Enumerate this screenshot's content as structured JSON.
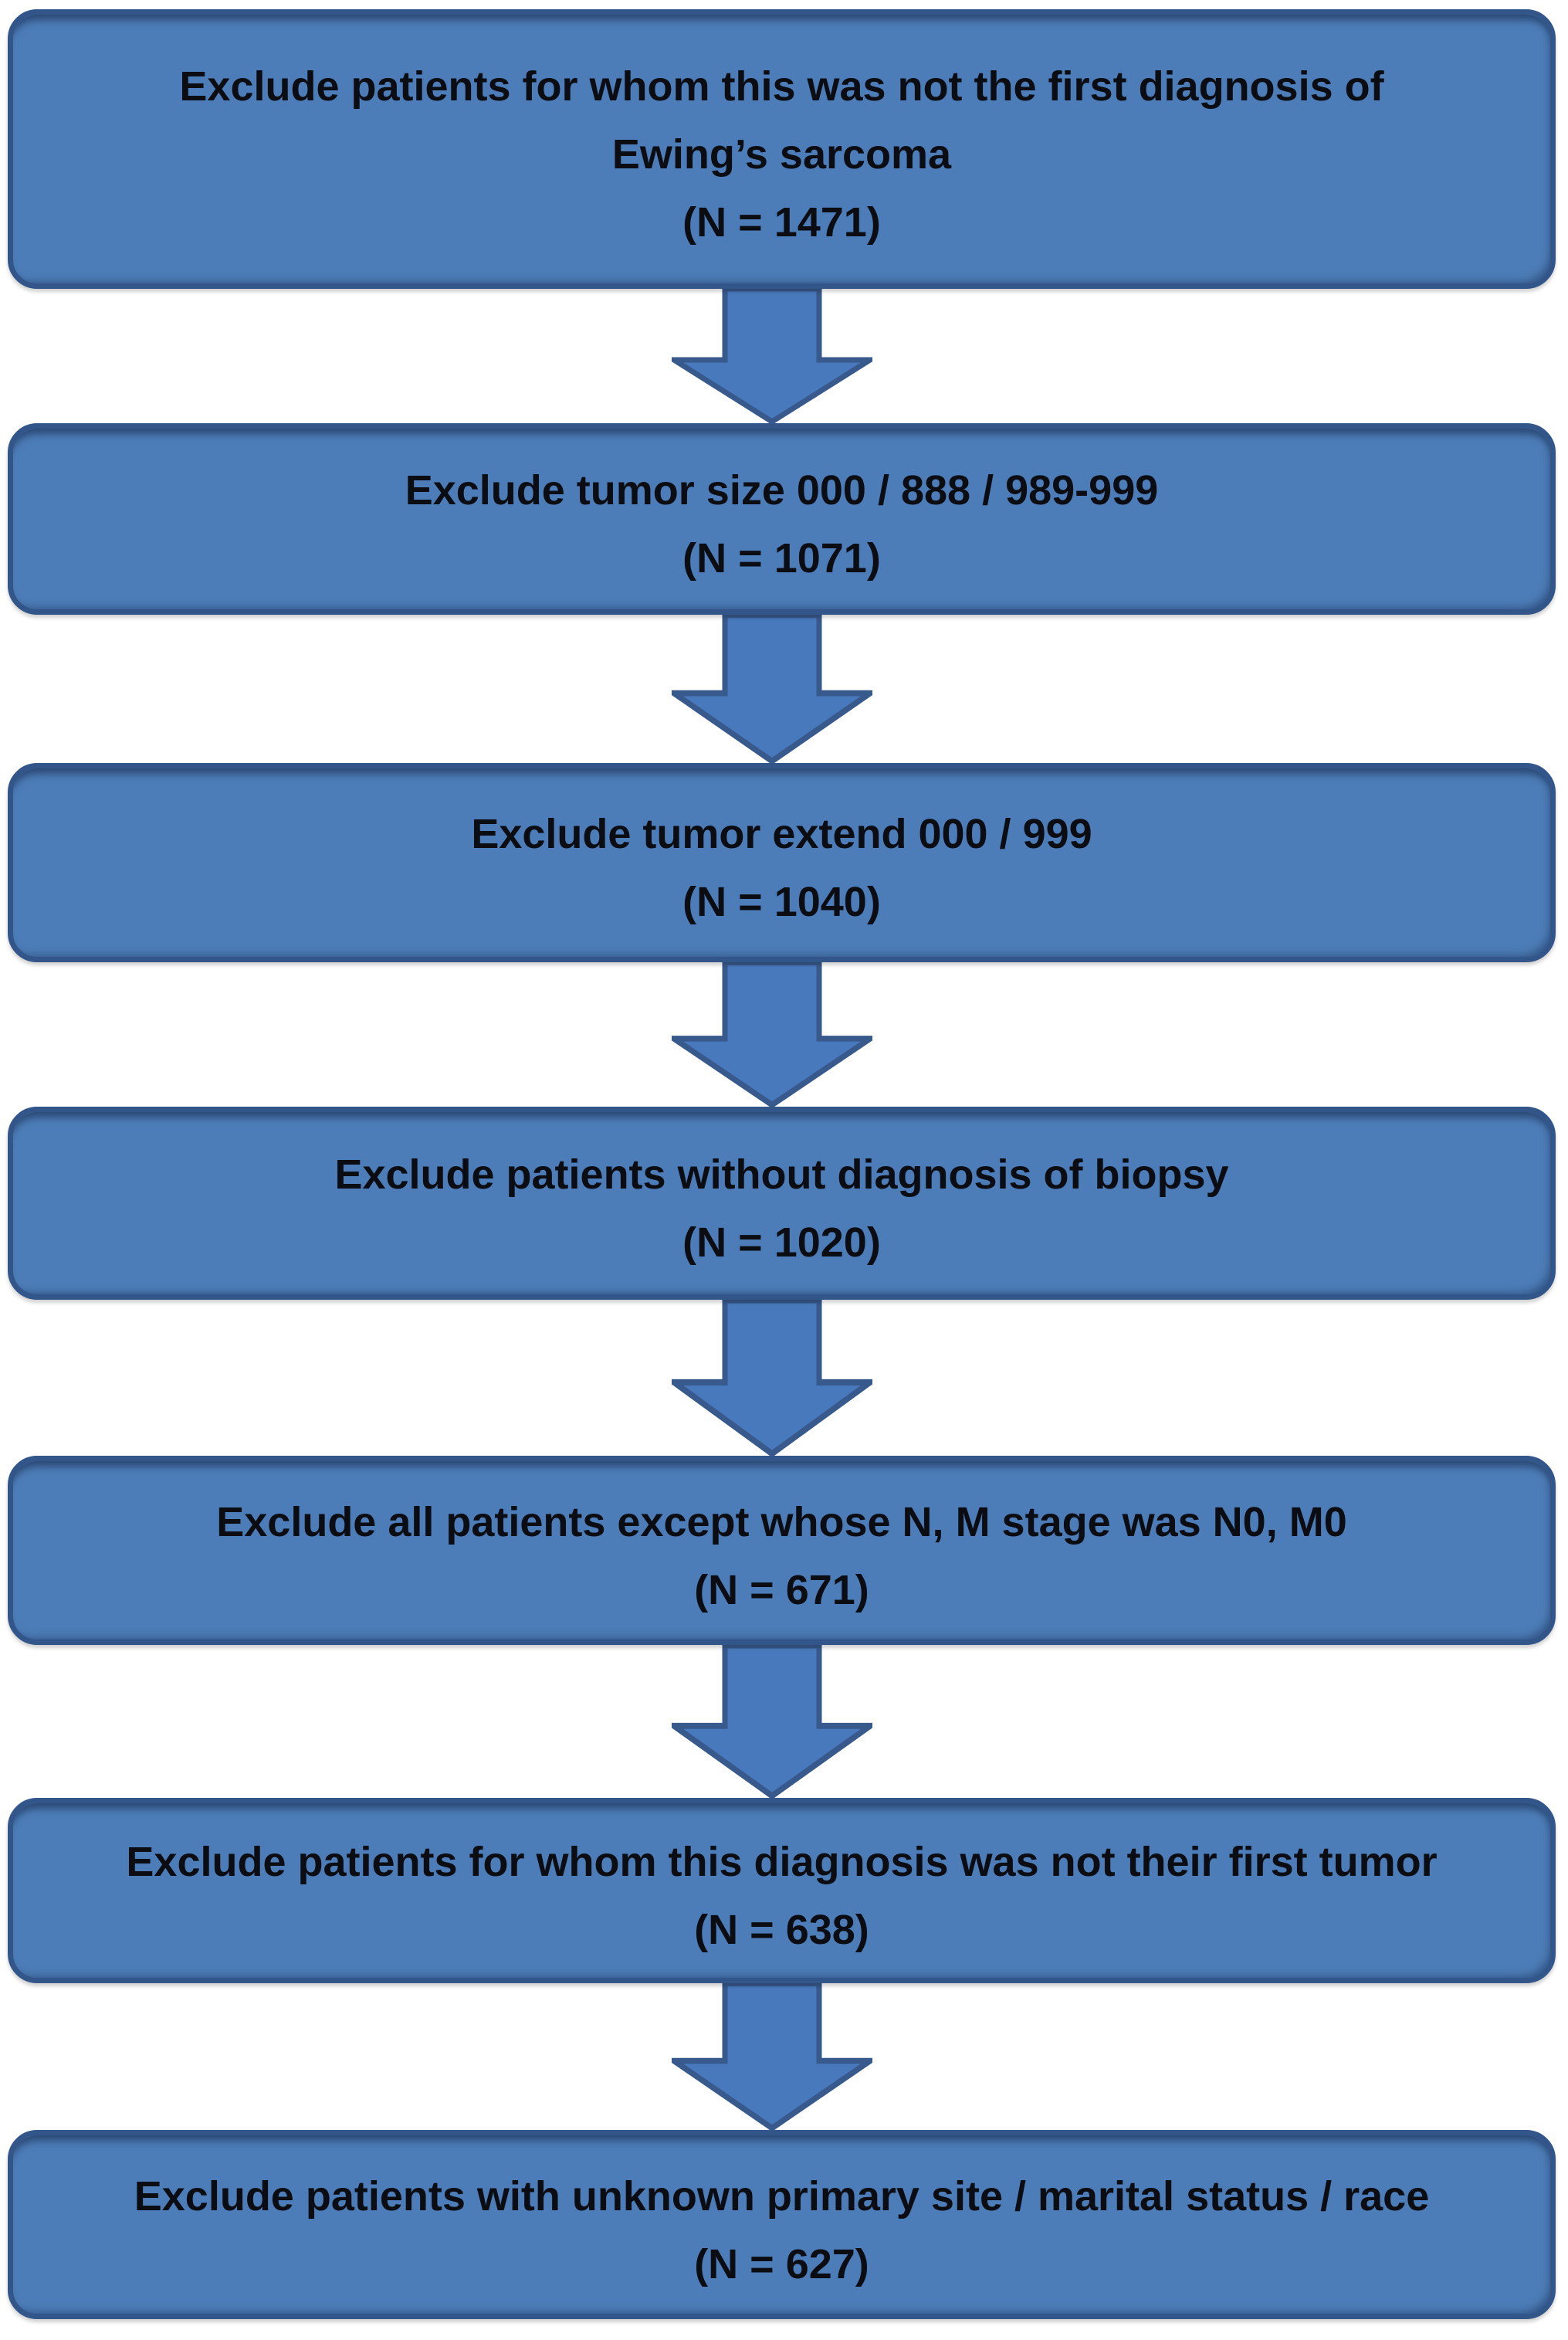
{
  "flowchart": {
    "steps": [
      {
        "lines": [
          "Exclude patients for whom this was not the first diagnosis of",
          "Ewing’s sarcoma"
        ],
        "n_label": "(N = 1471)"
      },
      {
        "lines": [
          "Exclude tumor size 000 / 888 / 989-999"
        ],
        "n_label": "(N = 1071)"
      },
      {
        "lines": [
          "Exclude tumor extend 000 / 999"
        ],
        "n_label": "(N = 1040)"
      },
      {
        "lines": [
          "Exclude patients without diagnosis of biopsy"
        ],
        "n_label": "(N = 1020)"
      },
      {
        "lines": [
          "Exclude all patients except whose N, M stage was N0, M0"
        ],
        "n_label": "(N = 671)"
      },
      {
        "lines": [
          "Exclude patients for whom this diagnosis was not their first tumor"
        ],
        "n_label": "(N = 638)"
      },
      {
        "lines": [
          "Exclude patients with unknown primary site / marital status / race"
        ],
        "n_label": "(N = 627)"
      }
    ],
    "colors": {
      "box_fill": "#4d7db8",
      "box_border": "#33568a",
      "arrow_fill": "#4879bc",
      "arrow_border": "#38598c",
      "text": "#0b0d12"
    }
  }
}
